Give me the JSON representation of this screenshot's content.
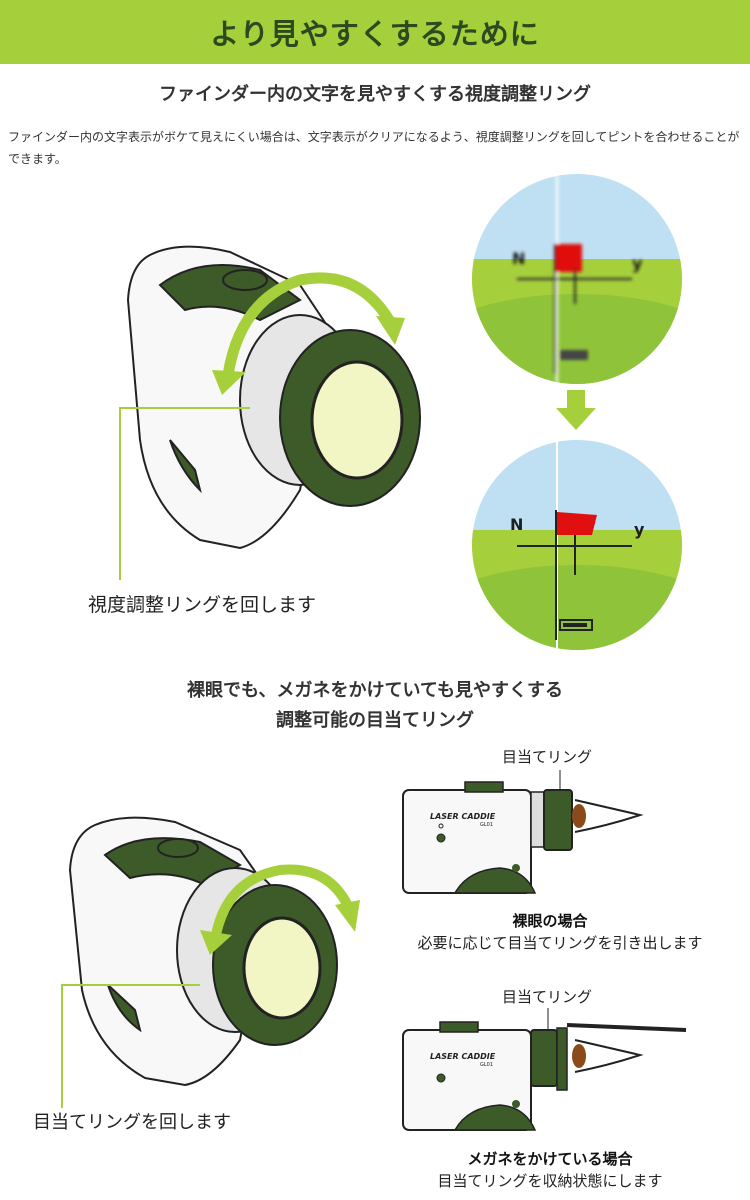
{
  "banner": {
    "title": "より見やすくするために"
  },
  "section1": {
    "title": "ファインダー内の文字を見やすくする視度調整リング",
    "description": "ファインダー内の文字表示がボケて見えにくい場合は、文字表示がクリアになるよう、視度調整リングを回してピントを合わせることができます。",
    "caption": "視度調整リングを回します",
    "finder": {
      "left_mark": "N",
      "right_mark": "y"
    }
  },
  "section2": {
    "title_line1": "裸眼でも、メガネをかけていても見やすくする",
    "title_line2": "調整可能の目当てリング",
    "caption": "目当てリングを回します",
    "device_brand": "LASER CADDIE",
    "device_model": "GL01",
    "case_naked": {
      "label": "目当てリング",
      "title": "裸眼の場合",
      "subtitle": "必要に応じて目当てリングを引き出します"
    },
    "case_glasses": {
      "label": "目当てリング",
      "title": "メガネをかけている場合",
      "subtitle": "目当てリングを収納状態にします"
    }
  },
  "colors": {
    "banner": "#a6cf3c",
    "dark_green": "#3d5a29",
    "arrow_green": "#a6cf3c",
    "flag_red": "#e01010",
    "sky_blue": "#bfe0f2",
    "grass": "#8fc43a"
  }
}
